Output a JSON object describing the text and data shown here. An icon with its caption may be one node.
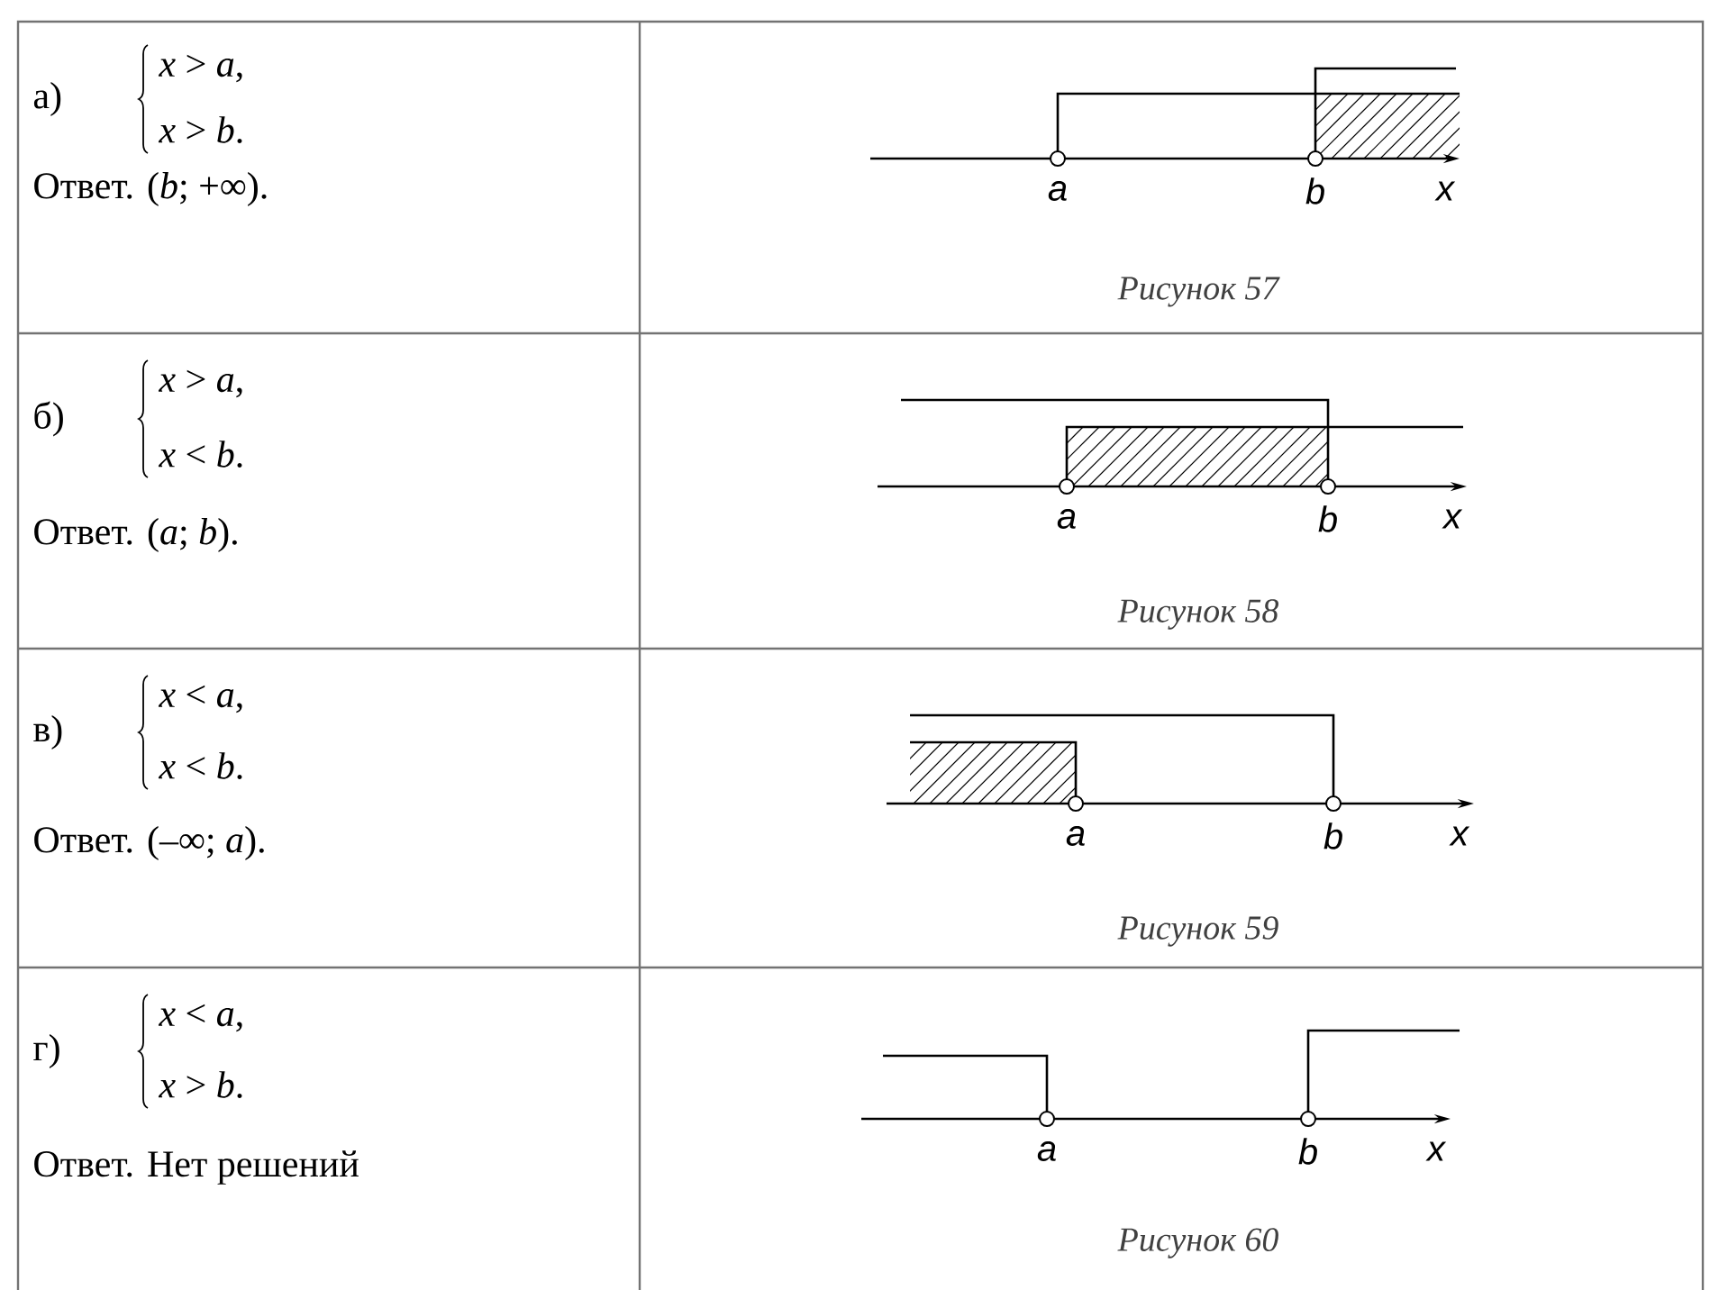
{
  "diagram": {
    "labels": [
      "а)",
      "*x* > *a*,",
      "*x* > *b*.",
      "Ответ. (*b*; +∞).",
      "a",
      "b",
      "x",
      "Рисунок 57",
      "б)",
      "*x* > *a*,",
      "*x* < *b*.",
      "Ответ. (*a*; *b*).",
      "a",
      "b",
      "x",
      "Рисунок 58",
      "в)",
      "*x* < *a*,",
      "*x* < *b*.",
      "Ответ. (–∞; *a*).",
      "a",
      "b",
      "x",
      "Рисунок 59",
      "г)",
      "*x* < *a*,",
      "*x* > *b*.",
      "Ответ. Нет решений",
      "a",
      "b",
      "x",
      "Рисунок 60"
    ]
  }
}
